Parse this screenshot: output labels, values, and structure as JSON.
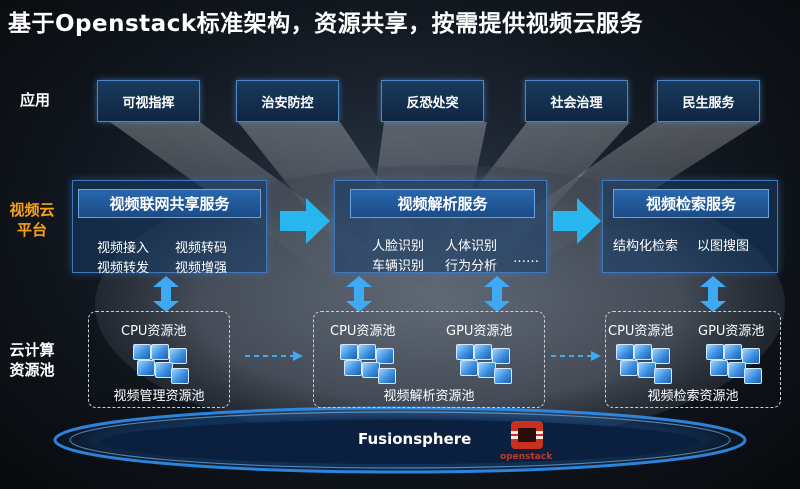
{
  "title": "基于Openstack标准架构，资源共享，按需提供视频云服务",
  "rows": {
    "app_label": "应用",
    "platform_label": "视频云\n平台",
    "cloud_label": "云计算\n资源池"
  },
  "apps": [
    "可视指挥",
    "治安防控",
    "反恐处突",
    "社会治理",
    "民生服务"
  ],
  "services": [
    {
      "title": "视频联网共享服务",
      "items": [
        "视频接入",
        "视频转码",
        "视频转发",
        "视频增强"
      ]
    },
    {
      "title": "视频解析服务",
      "items": [
        "人脸识别",
        "人体识别",
        "车辆识别",
        "行为分析",
        "……"
      ]
    },
    {
      "title": "视频检索服务",
      "items": [
        "结构化检索",
        "以图搜图"
      ]
    }
  ],
  "pools": [
    {
      "name": "视频管理资源池",
      "labels": [
        "CPU资源池"
      ]
    },
    {
      "name": "视频解析资源池",
      "labels": [
        "CPU资源池",
        "GPU资源池"
      ]
    },
    {
      "name": "视频检索资源池",
      "labels": [
        "CPU资源池",
        "GPU资源池"
      ]
    }
  ],
  "foundation": "Fusionsphere",
  "logo_text": "openstack",
  "colors": {
    "accent_blue": "#3fa9f5",
    "arrow_cyan": "#27b6ee",
    "platform_label": "#f6a21e",
    "logo_red": "#c8311e"
  }
}
